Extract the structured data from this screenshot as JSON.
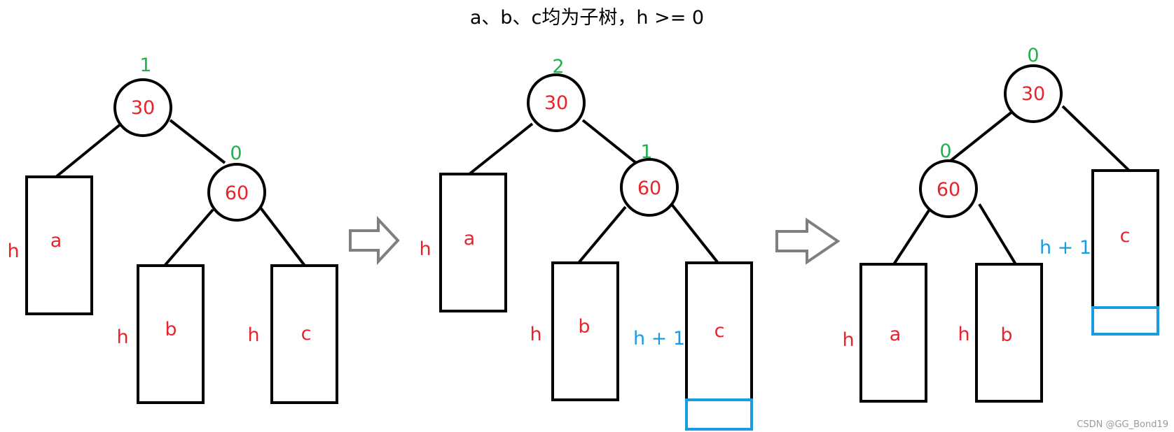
{
  "title": "a、b、c均为子树，h >= 0",
  "watermark": "CSDN @GG_Bond19",
  "colors": {
    "node_text": "#e8232b",
    "balance_factor": "#22b14c",
    "height_added": "#1c9ce0",
    "arrow": "#7f7f7f"
  },
  "step1": {
    "node30": {
      "label": "30",
      "bf": "1"
    },
    "node60": {
      "label": "60",
      "bf": "0"
    },
    "a": {
      "label": "a",
      "h": "h"
    },
    "b": {
      "label": "b",
      "h": "h"
    },
    "c": {
      "label": "c",
      "h": "h"
    }
  },
  "step2": {
    "node30": {
      "label": "30",
      "bf": "2"
    },
    "node60": {
      "label": "60",
      "bf": "1"
    },
    "a": {
      "label": "a",
      "h": "h"
    },
    "b": {
      "label": "b",
      "h": "h"
    },
    "c": {
      "label": "c",
      "h": "h + 1"
    }
  },
  "step3": {
    "node30": {
      "label": "30",
      "bf": "0"
    },
    "node60": {
      "label": "60",
      "bf": "0"
    },
    "a": {
      "label": "a",
      "h": "h"
    },
    "b": {
      "label": "b",
      "h": "h"
    },
    "c": {
      "label": "c",
      "h": "h + 1"
    }
  }
}
